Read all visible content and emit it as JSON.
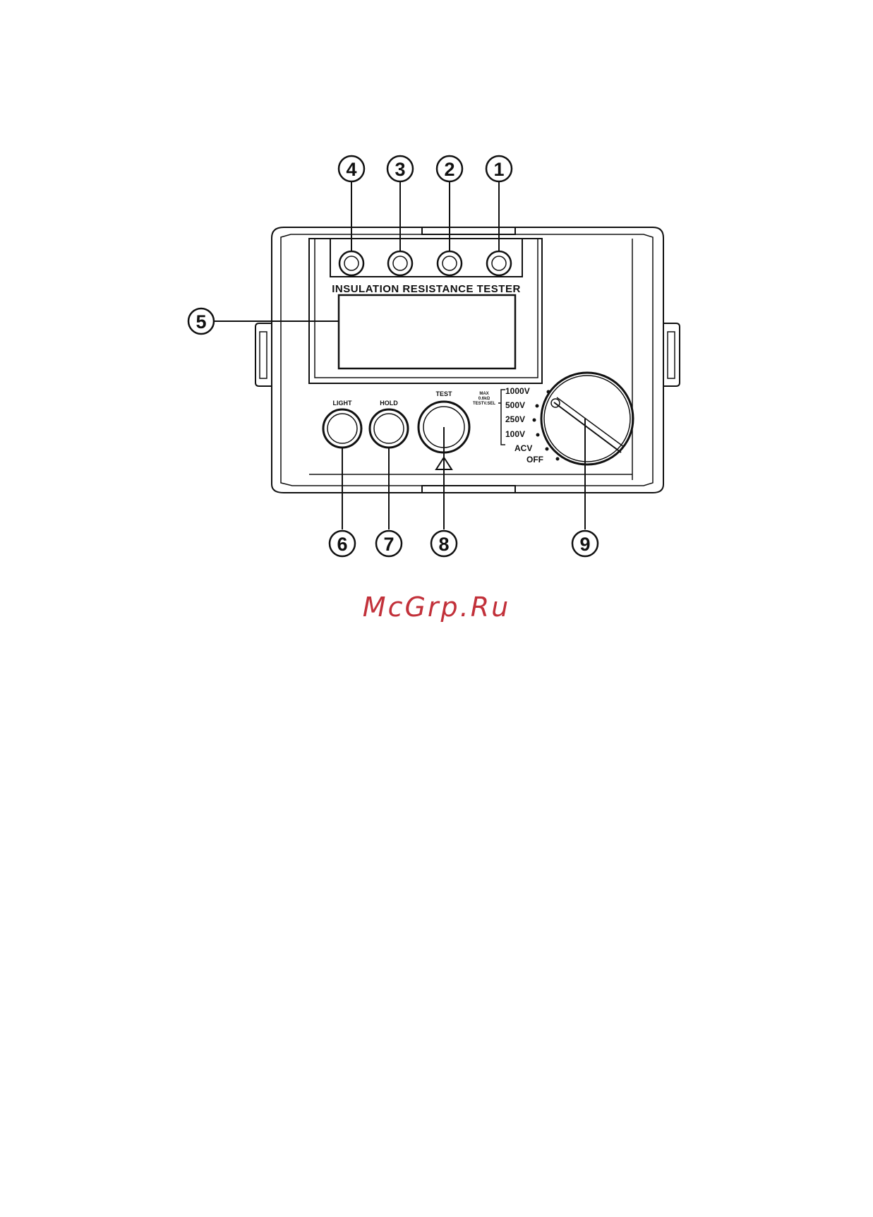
{
  "device": {
    "title": "INSULATION RESISTANCE TESTER",
    "buttons": {
      "light": "LIGHT",
      "hold": "HOLD",
      "test": "TEST"
    },
    "range_note": [
      "MAX",
      "0.6kΩ",
      "TESTV.SEL"
    ],
    "ranges": [
      "1000V",
      "500V",
      "250V",
      "100V",
      "ACV",
      "OFF"
    ]
  },
  "callouts": [
    "1",
    "2",
    "3",
    "4",
    "5",
    "6",
    "7",
    "8",
    "9"
  ],
  "watermark": "McGrp.Ru",
  "colors": {
    "line": "#111111",
    "watermark": "#c2313a"
  }
}
